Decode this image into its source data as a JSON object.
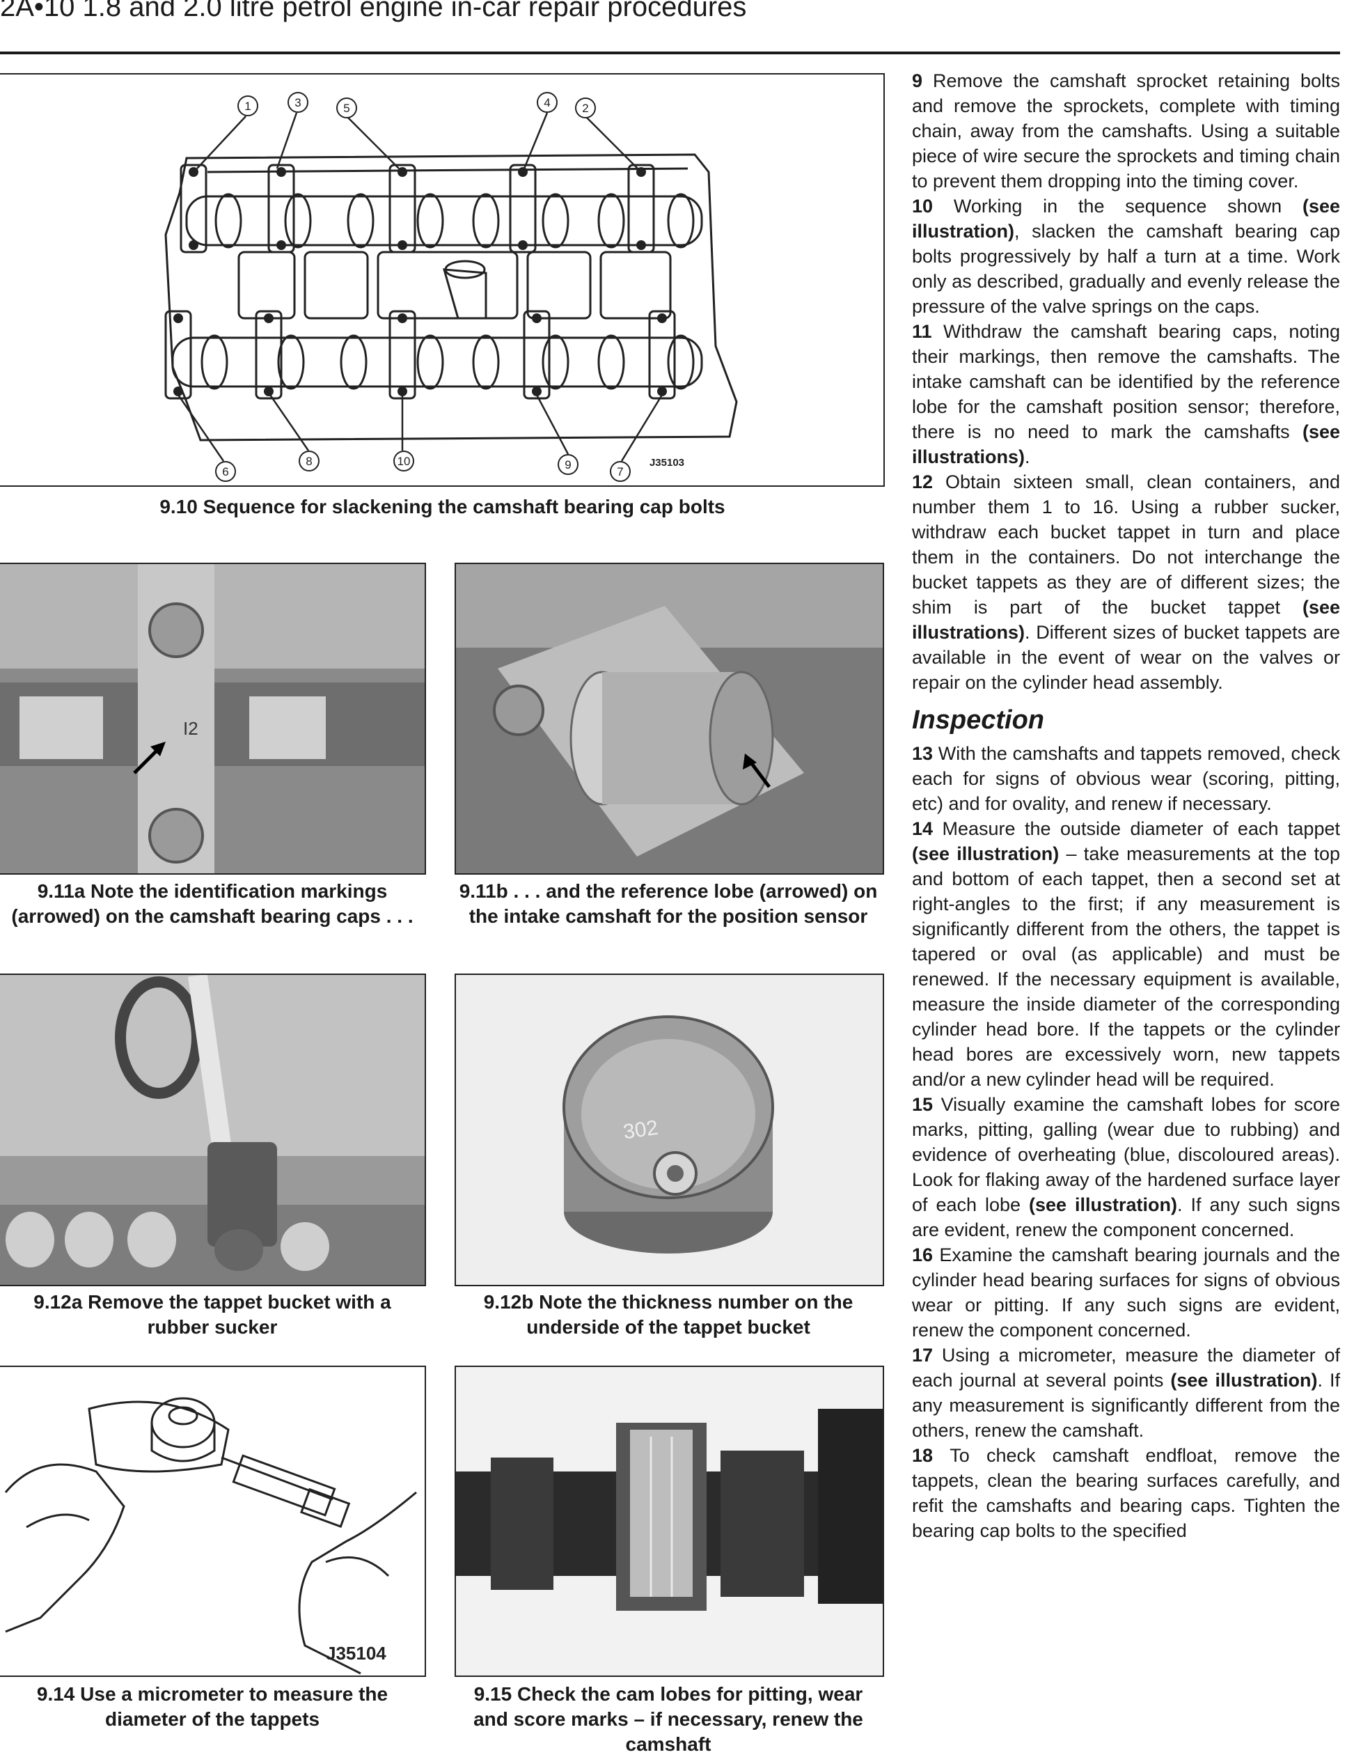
{
  "header": {
    "title": "2A•10  1.8 and 2.0 litre petrol engine in-car repair procedures"
  },
  "figures": {
    "fig_9_10": {
      "caption": "9.10  Sequence for slackening the camshaft bearing cap bolts",
      "callouts": [
        "1",
        "3",
        "5",
        "4",
        "2",
        "6",
        "8",
        "10",
        "9",
        "7"
      ],
      "code": "J35103"
    },
    "fig_9_11a": {
      "caption": "9.11a  Note the identification markings (arrowed) on the camshaft bearing caps . . .",
      "marking": "I2"
    },
    "fig_9_11b": {
      "caption": "9.11b  . . . and the reference lobe (arrowed) on the intake camshaft for the position sensor"
    },
    "fig_9_12a": {
      "caption": "9.12a  Remove the tappet bucket with a rubber sucker"
    },
    "fig_9_12b": {
      "caption": "9.12b  Note the thickness number on the underside of the tappet bucket",
      "number": "302"
    },
    "fig_9_14": {
      "caption": "9.14  Use a micrometer to measure the diameter of the tappets",
      "code": "J35104"
    },
    "fig_9_15": {
      "caption": "9.15  Check the cam lobes for pitting, wear and score marks – if necessary, renew the camshaft"
    }
  },
  "text": {
    "p9": {
      "num": "9",
      "body": "Remove the camshaft sprocket retaining bolts and remove the sprockets, complete with timing chain, away from the camshafts. Using a suitable piece of wire secure the sprockets and timing chain to prevent them dropping into the timing cover."
    },
    "p10": {
      "num": "10",
      "a": "Working in the sequence shown ",
      "b": "(see illustration)",
      "c": ", slacken the camshaft bearing cap bolts progressively by half a turn at a time. Work only as described, gradually and evenly release the pressure of the valve springs on the caps."
    },
    "p11": {
      "num": "11",
      "a": "Withdraw the camshaft bearing caps, noting their markings, then remove the camshafts. The intake camshaft can be identified by the reference lobe for the camshaft position sensor; therefore, there is no need to mark the camshafts ",
      "b": "(see illustrations)",
      "c": "."
    },
    "p12": {
      "num": "12",
      "a": "Obtain sixteen small, clean containers, and number them 1 to 16. Using a rubber sucker, withdraw each bucket tappet in turn and place them in the containers. Do not interchange the bucket tappets as they are of different sizes; the shim is part of the bucket tappet ",
      "b": "(see illustrations)",
      "c": ". Different sizes of bucket tappets are available in the event of wear on the valves or repair on the cylinder head assembly."
    },
    "heading": "Inspection",
    "p13": {
      "num": "13",
      "body": "With the camshafts and tappets removed, check each for signs of obvious wear (scoring, pitting, etc) and for ovality, and renew if necessary."
    },
    "p14": {
      "num": "14",
      "a": "Measure the outside diameter of each tappet ",
      "b": "(see illustration)",
      "c": " – take measurements at the top and bottom of each tappet, then a second set at right-angles to the first; if any measurement is significantly different from the others, the tappet is tapered or oval (as applicable) and must be renewed. If the necessary equipment is available, measure the inside diameter of the corresponding cylinder head bore. If the tappets or the cylinder head bores are excessively worn, new tappets and/or a new cylinder head will be required."
    },
    "p15": {
      "num": "15",
      "a": "Visually examine the camshaft lobes for score marks, pitting, galling (wear due to rubbing) and evidence of overheating (blue, discoloured areas). Look for flaking away of the hardened surface layer of each lobe ",
      "b": "(see illustration)",
      "c": ". If any such signs are evident, renew the component concerned."
    },
    "p16": {
      "num": "16",
      "body": "Examine the camshaft bearing journals and the cylinder head bearing surfaces for signs of obvious wear or pitting. If any such signs are evident, renew the component concerned."
    },
    "p17": {
      "num": "17",
      "a": "Using a micrometer, measure the diameter of each journal at several points ",
      "b": "(see illustration)",
      "c": ". If any measurement is significantly different from the others, renew the camshaft."
    },
    "p18": {
      "num": "18",
      "body": "To check camshaft endfloat, remove the tappets, clean the bearing surfaces carefully, and refit the camshafts and bearing caps. Tighten the bearing cap bolts to the specified"
    }
  }
}
